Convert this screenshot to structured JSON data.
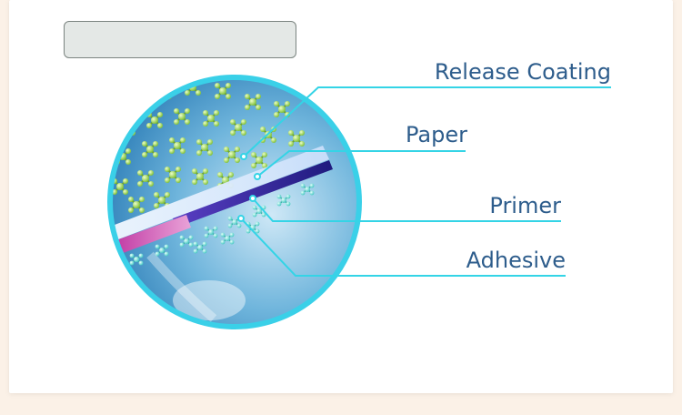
{
  "title_box": {
    "text": ""
  },
  "diagram": {
    "labels": {
      "release_coating": "Release Coating",
      "paper": "Paper",
      "primer": "Primer",
      "adhesive": "Adhesive"
    },
    "colors": {
      "leader_line": "#34d4e6",
      "label_text": "#2e5d8c",
      "circle_border": "#3ad0e8",
      "molecule": "#9bd35a",
      "paper_layer": "#e8f4ff",
      "primer_layer": "#3b2a9e",
      "adhesive_layer": "#a8319a"
    }
  }
}
